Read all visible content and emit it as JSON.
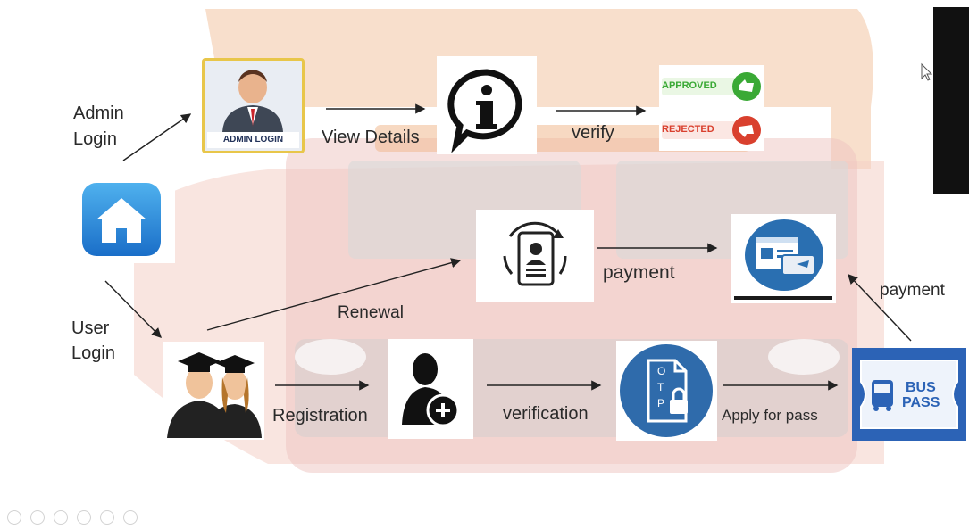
{
  "colors": {
    "accent_blue": "#2a6fb1",
    "approved_green": "#3aa935",
    "rejected_red": "#d9402e",
    "bus_pass_blue": "#2c63b6"
  },
  "nodes": {
    "admin_login_label": "Admin\nLogin",
    "admin_login_badge": "ADMIN LOGIN",
    "view_details": "View Details",
    "verify": "verify",
    "approved": "APPROVED",
    "rejected": "REJECTED",
    "renewal": "Renewal",
    "payment_top": "payment",
    "payment_right": "payment",
    "user_login_label": "User\nLogin",
    "registration": "Registration",
    "verification": "verification",
    "apply_for_pass": "Apply for pass",
    "otp_letters": [
      "O",
      "T",
      "P"
    ],
    "bus_pass": [
      "BUS",
      "PASS"
    ]
  },
  "icons": [
    "home-icon",
    "admin-login-icon",
    "info-icon",
    "approved-thumb-icon",
    "rejected-thumb-icon",
    "renewal-id-card-icon",
    "payment-card-icon",
    "graduates-icon",
    "add-user-icon",
    "otp-document-icon",
    "bus-pass-icon",
    "cursor-icon"
  ]
}
